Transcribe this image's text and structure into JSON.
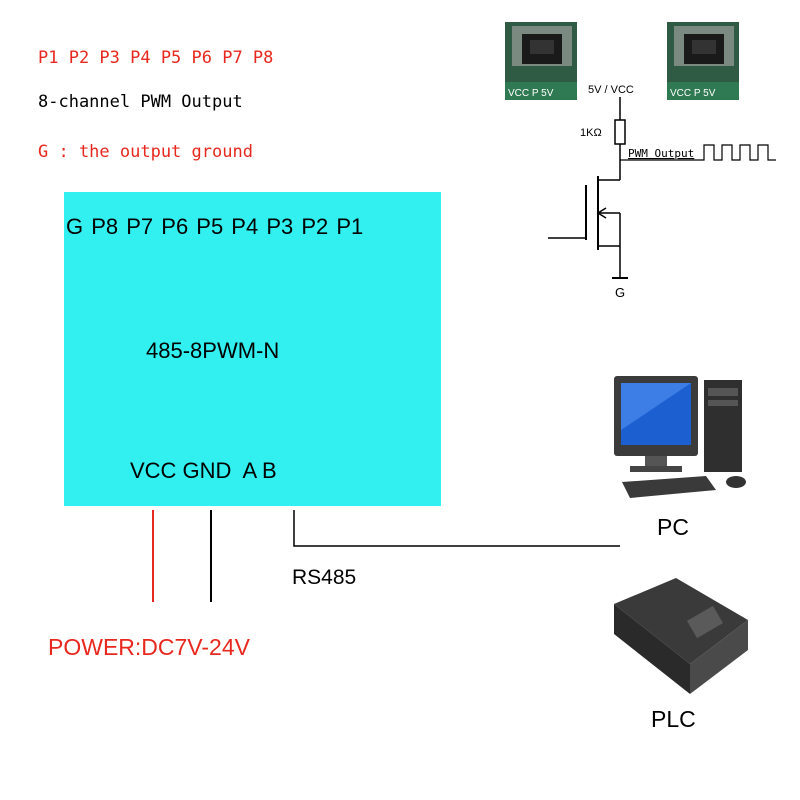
{
  "header": {
    "channels": "P1 P2 P3 P4 P5 P6 P7 P8",
    "description": "8-channel PWM Output",
    "ground_note": "G : the output ground"
  },
  "board": {
    "top_pins": "G P8 P7 P6 P5 P4 P3 P2 P1",
    "model": "485-8PWM-N",
    "bottom_pins": "VCC GND  A B"
  },
  "labels": {
    "rs485": "RS485",
    "power": "POWER:DC7V-24V",
    "pc": "PC",
    "plc": "PLC"
  },
  "schematic": {
    "supply": "5V / VCC",
    "resistor": "1KΩ",
    "output": "PWM Output",
    "ground": "G",
    "connector_label": "VCC P 5V"
  },
  "colors": {
    "board": "#32f0f0",
    "red_text": "#e8281e",
    "power_wire": "#e8281e"
  }
}
